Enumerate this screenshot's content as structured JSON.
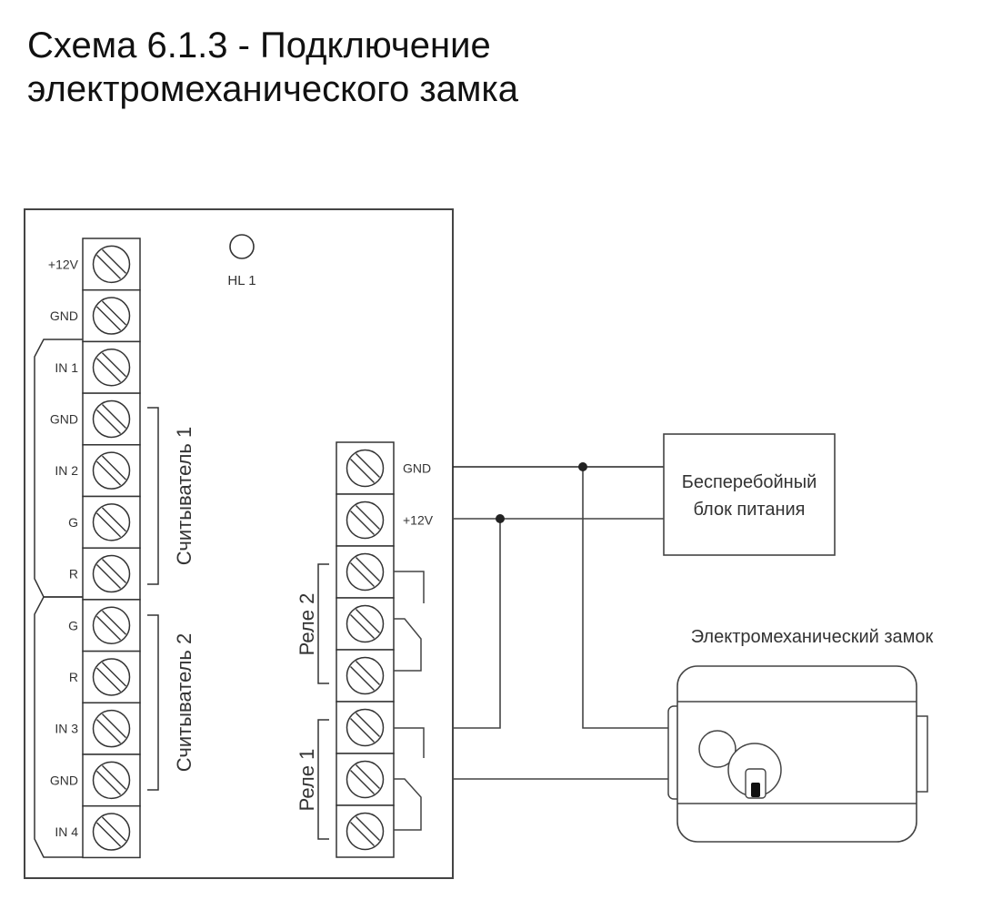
{
  "title": {
    "line1": "Схема 6.1.3 -  Подключение",
    "line2": "электромеханического замка"
  },
  "controller": {
    "led_label": "HL 1",
    "left_terminals": [
      "+12V",
      "GND",
      "IN 1",
      "GND",
      "IN 2",
      "G",
      "R",
      "G",
      "R",
      "IN 3",
      "GND",
      "IN 4"
    ],
    "right_terminals": [
      "GND",
      "+12V",
      "",
      "",
      "",
      "",
      "",
      ""
    ],
    "group_labels": {
      "reader1": "Считыватель 1",
      "reader2": "Считыватель 2",
      "relay2": "Реле 2",
      "relay1": "Реле 1"
    }
  },
  "psu": {
    "line1": "Бесперебойный",
    "line2": "блок питания"
  },
  "lock": {
    "label": "Электромеханический замок"
  },
  "colors": {
    "line": "#333333",
    "wire": "#222222"
  }
}
